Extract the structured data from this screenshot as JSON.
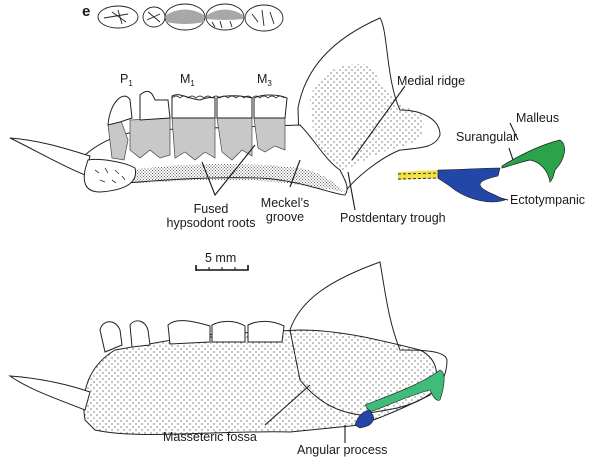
{
  "panel_label": "e",
  "colors": {
    "bone_fill": "#ffffff",
    "stipple": "#333333",
    "root_fill": "#c8c8c8",
    "occlusal_shade": "#a8a8a8",
    "malleus": "#2aa34a",
    "malleus_lower": "#3fbb7a",
    "ectotympanic": "#2247a8",
    "surangular": "#f2e24a",
    "outline": "#1a1a1a"
  },
  "tooth_labels": {
    "p1": {
      "letter": "P",
      "sub": "1"
    },
    "m1": {
      "letter": "M",
      "sub": "1"
    },
    "m3": {
      "letter": "M",
      "sub": "3"
    }
  },
  "upper_view_labels": {
    "medial_ridge": "Medial ridge",
    "malleus": "Malleus",
    "surangular": "Surangular",
    "ectotympanic": "Ectotympanic",
    "fused_roots_line1": "Fused",
    "fused_roots_line2": "hypsodont roots",
    "meckels_line1": "Meckel’s",
    "meckels_line2": "groove",
    "postdentary_trough": "Postdentary trough"
  },
  "scale_bar": {
    "label": "5 mm"
  },
  "lower_view_labels": {
    "masseteric_fossa": "Masseteric fossa",
    "angular_process": "Angular process"
  }
}
